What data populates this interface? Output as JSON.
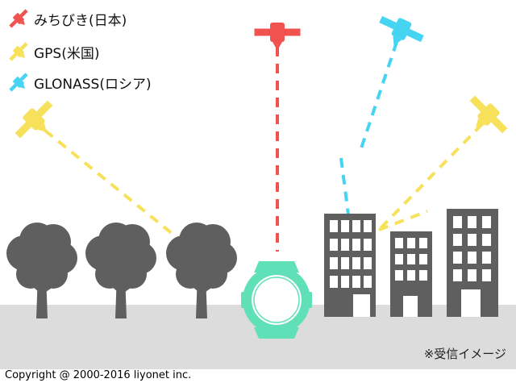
{
  "legend": [
    {
      "label": "みちびき(日本)",
      "color": "#f0524f",
      "icon": "satellite-icon"
    },
    {
      "label": "GPS(米国)",
      "color": "#f7e05a",
      "icon": "satellite-icon"
    },
    {
      "label": "GLONASS(ロシア)",
      "color": "#45d4f1",
      "icon": "satellite-icon"
    }
  ],
  "caption": "※受信イメージ",
  "copyright": "Copyright @ 2000-2016 liyonet inc.",
  "colors": {
    "michibiki": "#f0524f",
    "gps": "#f7e05a",
    "glonass": "#45d4f1",
    "watch": "#5fe0b6",
    "ground": "#dcdcdc",
    "scenery": "#5f5f5f"
  },
  "icons": {
    "tree": "tree-icon",
    "building": "building-icon",
    "watch": "watch-icon",
    "satellite": "satellite-icon"
  }
}
